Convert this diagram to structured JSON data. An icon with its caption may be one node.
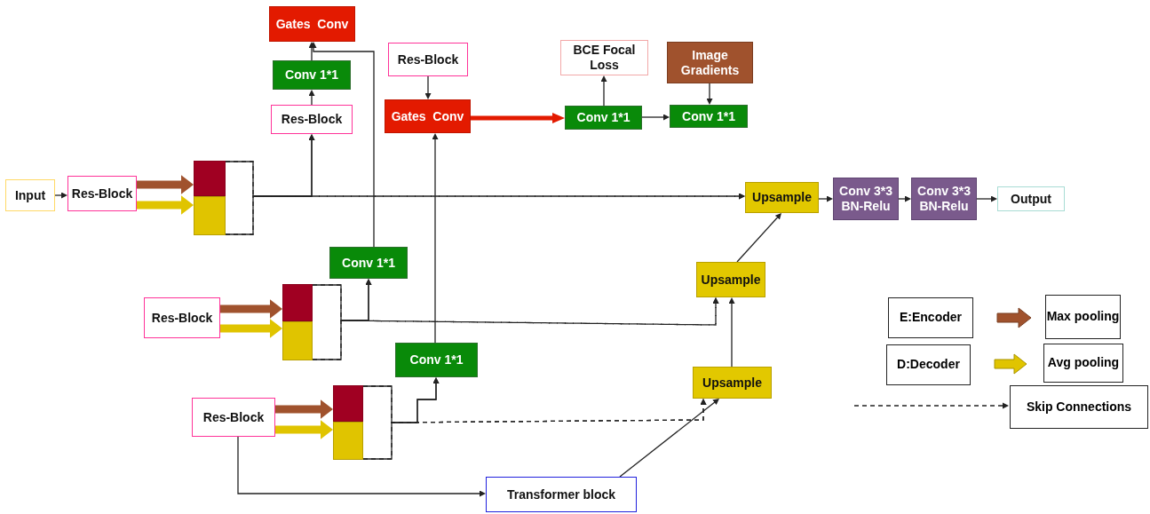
{
  "diagram": {
    "nodes": [
      {
        "text": [
          "Gates  Conv"
        ]
      },
      {
        "text": [
          "Res-Block"
        ]
      },
      {
        "text": [
          "BCE Focal Loss"
        ]
      },
      {
        "text": [
          "Image Gradients"
        ]
      },
      {
        "text": [
          "Conv 1*1"
        ]
      },
      {
        "text": [
          "Gates  Conv"
        ]
      },
      {
        "text": [
          "Conv 1*1"
        ]
      },
      {
        "text": [
          "Conv 1*1"
        ]
      },
      {
        "text": [
          "Res-Block"
        ]
      },
      {
        "text": [
          "Input"
        ]
      },
      {
        "text": [
          "Res-Block"
        ]
      },
      {
        "text": [],
        "shape": "bar"
      },
      {
        "text": [],
        "shape": "bar"
      },
      {
        "text": [
          "Upsample"
        ]
      },
      {
        "text": [
          "Conv 3*3 BN-Relu"
        ]
      },
      {
        "text": [
          "Conv 3*3 BN-Relu"
        ]
      },
      {
        "text": [
          "Output"
        ]
      },
      {
        "text": [
          "Conv 1*1"
        ]
      },
      {
        "text": [
          "Upsample"
        ]
      },
      {
        "text": [
          "Res-Block"
        ]
      },
      {
        "text": [],
        "shape": "bar"
      },
      {
        "text": [],
        "shape": "bar"
      },
      {
        "text": [
          "Conv 1*1"
        ]
      },
      {
        "text": [
          "Upsample"
        ]
      },
      {
        "text": [
          "Res-Block"
        ]
      },
      {
        "text": [],
        "shape": "bar"
      },
      {
        "text": [],
        "shape": "bar"
      },
      {
        "text": [
          "Transformer block"
        ]
      }
    ],
    "edges": [
      {
        "from": 9,
        "to": 10,
        "arrow": "to"
      },
      {
        "from": 10,
        "to": 11,
        "arrow": "to",
        "style": "thick",
        "color": "#a0522d"
      },
      {
        "from": 10,
        "to": 12,
        "arrow": "to",
        "style": "thick",
        "color": "#e0c400"
      },
      {
        "from": 11,
        "to": 8,
        "arrow": "to"
      },
      {
        "from": 12,
        "to": 8,
        "arrow": "to"
      },
      {
        "from": 11,
        "to": 13,
        "arrow": "to",
        "style": "dashed"
      },
      {
        "from": 12,
        "to": 13,
        "arrow": "to",
        "style": "dashed"
      },
      {
        "from": 8,
        "to": 4,
        "arrow": "to"
      },
      {
        "from": 4,
        "to": 0,
        "arrow": "to"
      },
      {
        "from": 17,
        "to": 0,
        "arrow": "to"
      },
      {
        "from": 19,
        "to": 20,
        "arrow": "to",
        "style": "thick",
        "color": "#a0522d"
      },
      {
        "from": 19,
        "to": 21,
        "arrow": "to",
        "style": "thick",
        "color": "#e0c400"
      },
      {
        "from": 20,
        "to": 17,
        "arrow": "to"
      },
      {
        "from": 21,
        "to": 17,
        "arrow": "to"
      },
      {
        "from": 20,
        "to": 18,
        "arrow": "to",
        "style": "dashed"
      },
      {
        "from": 21,
        "to": 18,
        "arrow": "to",
        "style": "dashed"
      },
      {
        "from": 24,
        "to": 25,
        "arrow": "to",
        "style": "thick",
        "color": "#a0522d"
      },
      {
        "from": 24,
        "to": 26,
        "arrow": "to",
        "style": "thick",
        "color": "#e0c400"
      },
      {
        "from": 25,
        "to": 22,
        "arrow": "to"
      },
      {
        "from": 26,
        "to": 22,
        "arrow": "to"
      },
      {
        "from": 25,
        "to": 23,
        "arrow": "to",
        "style": "dashed"
      },
      {
        "from": 26,
        "to": 23,
        "arrow": "to",
        "style": "dashed"
      },
      {
        "from": 22,
        "to": 5,
        "arrow": "to"
      },
      {
        "from": 1,
        "to": 5,
        "arrow": "to"
      },
      {
        "from": 5,
        "to": 6,
        "arrow": "to",
        "style": "thick",
        "color": "#e31a00"
      },
      {
        "from": 6,
        "to": 2,
        "arrow": "to"
      },
      {
        "from": 6,
        "to": 7,
        "arrow": "to"
      },
      {
        "from": 3,
        "to": 7,
        "arrow": "to"
      },
      {
        "from": 24,
        "to": 27,
        "arrow": "to"
      },
      {
        "from": 27,
        "to": 23,
        "arrow": "to"
      },
      {
        "from": 23,
        "to": 18,
        "arrow": "to"
      },
      {
        "from": 18,
        "to": 13,
        "arrow": "to"
      },
      {
        "from": 13,
        "to": 14,
        "arrow": "to"
      },
      {
        "from": 14,
        "to": 15,
        "arrow": "to"
      },
      {
        "from": 15,
        "to": 16,
        "arrow": "to"
      }
    ],
    "labels": [
      "E:Encoder",
      "D:Decoder"
    ],
    "legend": [
      {
        "text": "Max pooling"
      },
      {
        "text": "Avg pooling"
      },
      {
        "text": "Skip Connections"
      }
    ]
  }
}
